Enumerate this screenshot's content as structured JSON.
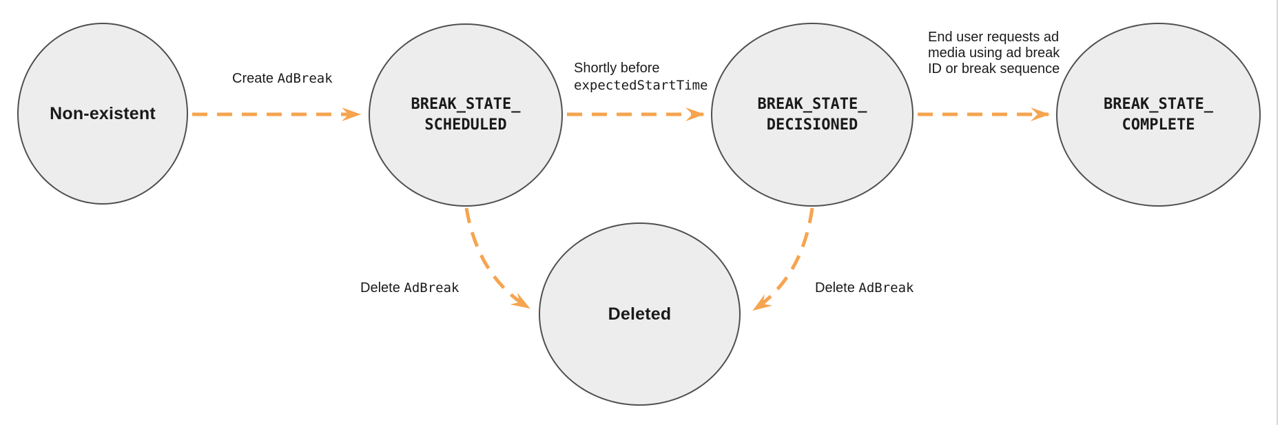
{
  "diagram": {
    "colors": {
      "canvas_bg": "#FFFFFF",
      "arrow": "#F6A44F",
      "node_fill": "#EDEDED",
      "node_border": "#4F4F4F",
      "text": "#1A1A1A",
      "edge_line": "#D8D8D8"
    },
    "nodes": [
      {
        "id": "non-existent",
        "label": "Non-existent"
      },
      {
        "id": "break-state-scheduled",
        "label_line1": "BREAK_STATE_",
        "label_line2": "SCHEDULED"
      },
      {
        "id": "break-state-decisioned",
        "label_line1": "BREAK_STATE_",
        "label_line2": "DECISIONED"
      },
      {
        "id": "break-state-complete",
        "label_line1": "BREAK_STATE_",
        "label_line2": "COMPLETE"
      },
      {
        "id": "deleted",
        "label": "Deleted"
      }
    ],
    "edges": [
      {
        "id": "create-adbreak",
        "from": "non-existent",
        "to": "break-state-scheduled",
        "label_sans": "Create ",
        "label_mono": "AdBreak"
      },
      {
        "id": "shortly-before",
        "from": "break-state-scheduled",
        "to": "break-state-decisioned",
        "label_sans": "Shortly before",
        "label_mono": "expectedStartTime"
      },
      {
        "id": "end-user-requests",
        "from": "break-state-decisioned",
        "to": "break-state-complete",
        "label": "End user requests ad media using ad break ID or break sequence"
      },
      {
        "id": "delete-adbreak-left",
        "from": "break-state-scheduled",
        "to": "deleted",
        "label_sans": "Delete ",
        "label_mono": "AdBreak"
      },
      {
        "id": "delete-adbreak-right",
        "from": "break-state-decisioned",
        "to": "deleted",
        "label_sans": "Delete ",
        "label_mono": "AdBreak"
      }
    ]
  }
}
